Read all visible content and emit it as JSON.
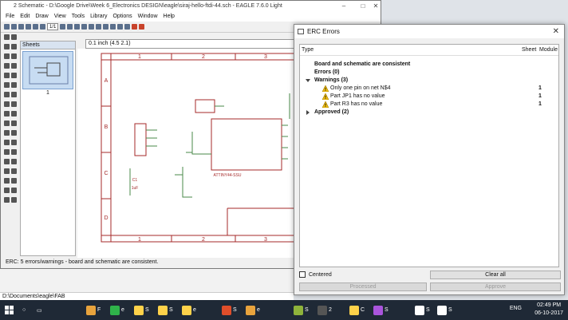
{
  "eagle_window": {
    "title": "2 Schematic - D:\\Google Drive\\Week 6_Electronics DESIGN\\eagle\\siraj-hello-ftdi-44.sch - EAGLE 7.6.0 Light",
    "menu": [
      "File",
      "Edit",
      "Draw",
      "View",
      "Tools",
      "Library",
      "Options",
      "Window",
      "Help"
    ],
    "sheet_select": "1/1",
    "grid_readout": "0.1 inch (4.5 2.1)",
    "sheets_panel_title": "Sheets",
    "sheet_number": "1",
    "status_text": "ERC: 5 errors/warnings - board and schematic are consistent.",
    "frame_columns": [
      "1",
      "2",
      "3"
    ],
    "frame_columns_bottom": [
      "1",
      "2",
      "3"
    ],
    "frame_rows": [
      "A",
      "B",
      "C",
      "D"
    ],
    "part_label": "ATTINY44-SSU",
    "cap_label": "C1",
    "cap_value": "1uF"
  },
  "bg_path": "D:\\Documents\\eagle\\FAB",
  "erc_dialog": {
    "title": "ERC Errors",
    "columns": {
      "type": "Type",
      "sheet": "Sheet",
      "module": "Module"
    },
    "rows": [
      {
        "label": "Board and schematic are consistent",
        "bold": true
      },
      {
        "label": "Errors (0)",
        "bold": true
      },
      {
        "label": "Warnings (3)",
        "bold": true,
        "expanded": true
      },
      {
        "label": "Only one pin on net N$4",
        "sheet": "1",
        "warn": true
      },
      {
        "label": "Part JP1 has no value",
        "sheet": "1",
        "warn": true
      },
      {
        "label": "Part R3 has no value",
        "sheet": "1",
        "warn": true
      },
      {
        "label": "Approved (2)",
        "bold": true,
        "expanded": false
      }
    ],
    "centered_label": "Centered",
    "clear_all": "Clear all",
    "processed": "Processed",
    "approve": "Approve"
  },
  "taskbar": {
    "items": [
      "F",
      "e",
      "S",
      "S",
      "e",
      "S",
      "e",
      "S",
      "2",
      "C",
      "S",
      "S",
      "S"
    ],
    "lang": "ENG",
    "time": "02:49 PM",
    "date": "06-10-2017"
  },
  "colors": {
    "frame": "#a52a2a",
    "wire": "#4a8a4a",
    "taskbar": "#1f2936"
  }
}
